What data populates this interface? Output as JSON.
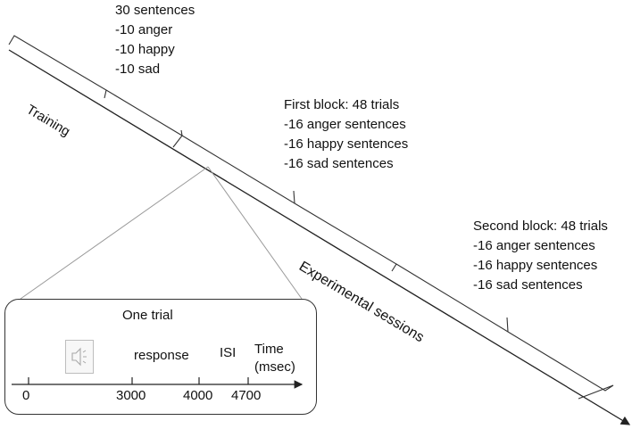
{
  "training": {
    "label": "Training",
    "stimuli": [
      "30 sentences",
      "-10 anger",
      "-10 happy",
      "-10 sad"
    ]
  },
  "experimental": {
    "label": "Experimental sessions",
    "first_block": [
      "First block: 48 trials",
      "-16 anger sentences",
      "-16 happy sentences",
      "-16 sad sentences"
    ],
    "second_block": [
      "Second block: 48 trials",
      "-16 anger sentences",
      "-16 happy sentences",
      "-16 sad sentences"
    ]
  },
  "trial": {
    "title": "One trial",
    "icon": "speaker-icon",
    "phase_labels": {
      "response": "response",
      "isi": "ISI",
      "time": "Time",
      "unit": "(msec)"
    },
    "ticks": [
      "0",
      "3000",
      "4000",
      "4700"
    ]
  }
}
